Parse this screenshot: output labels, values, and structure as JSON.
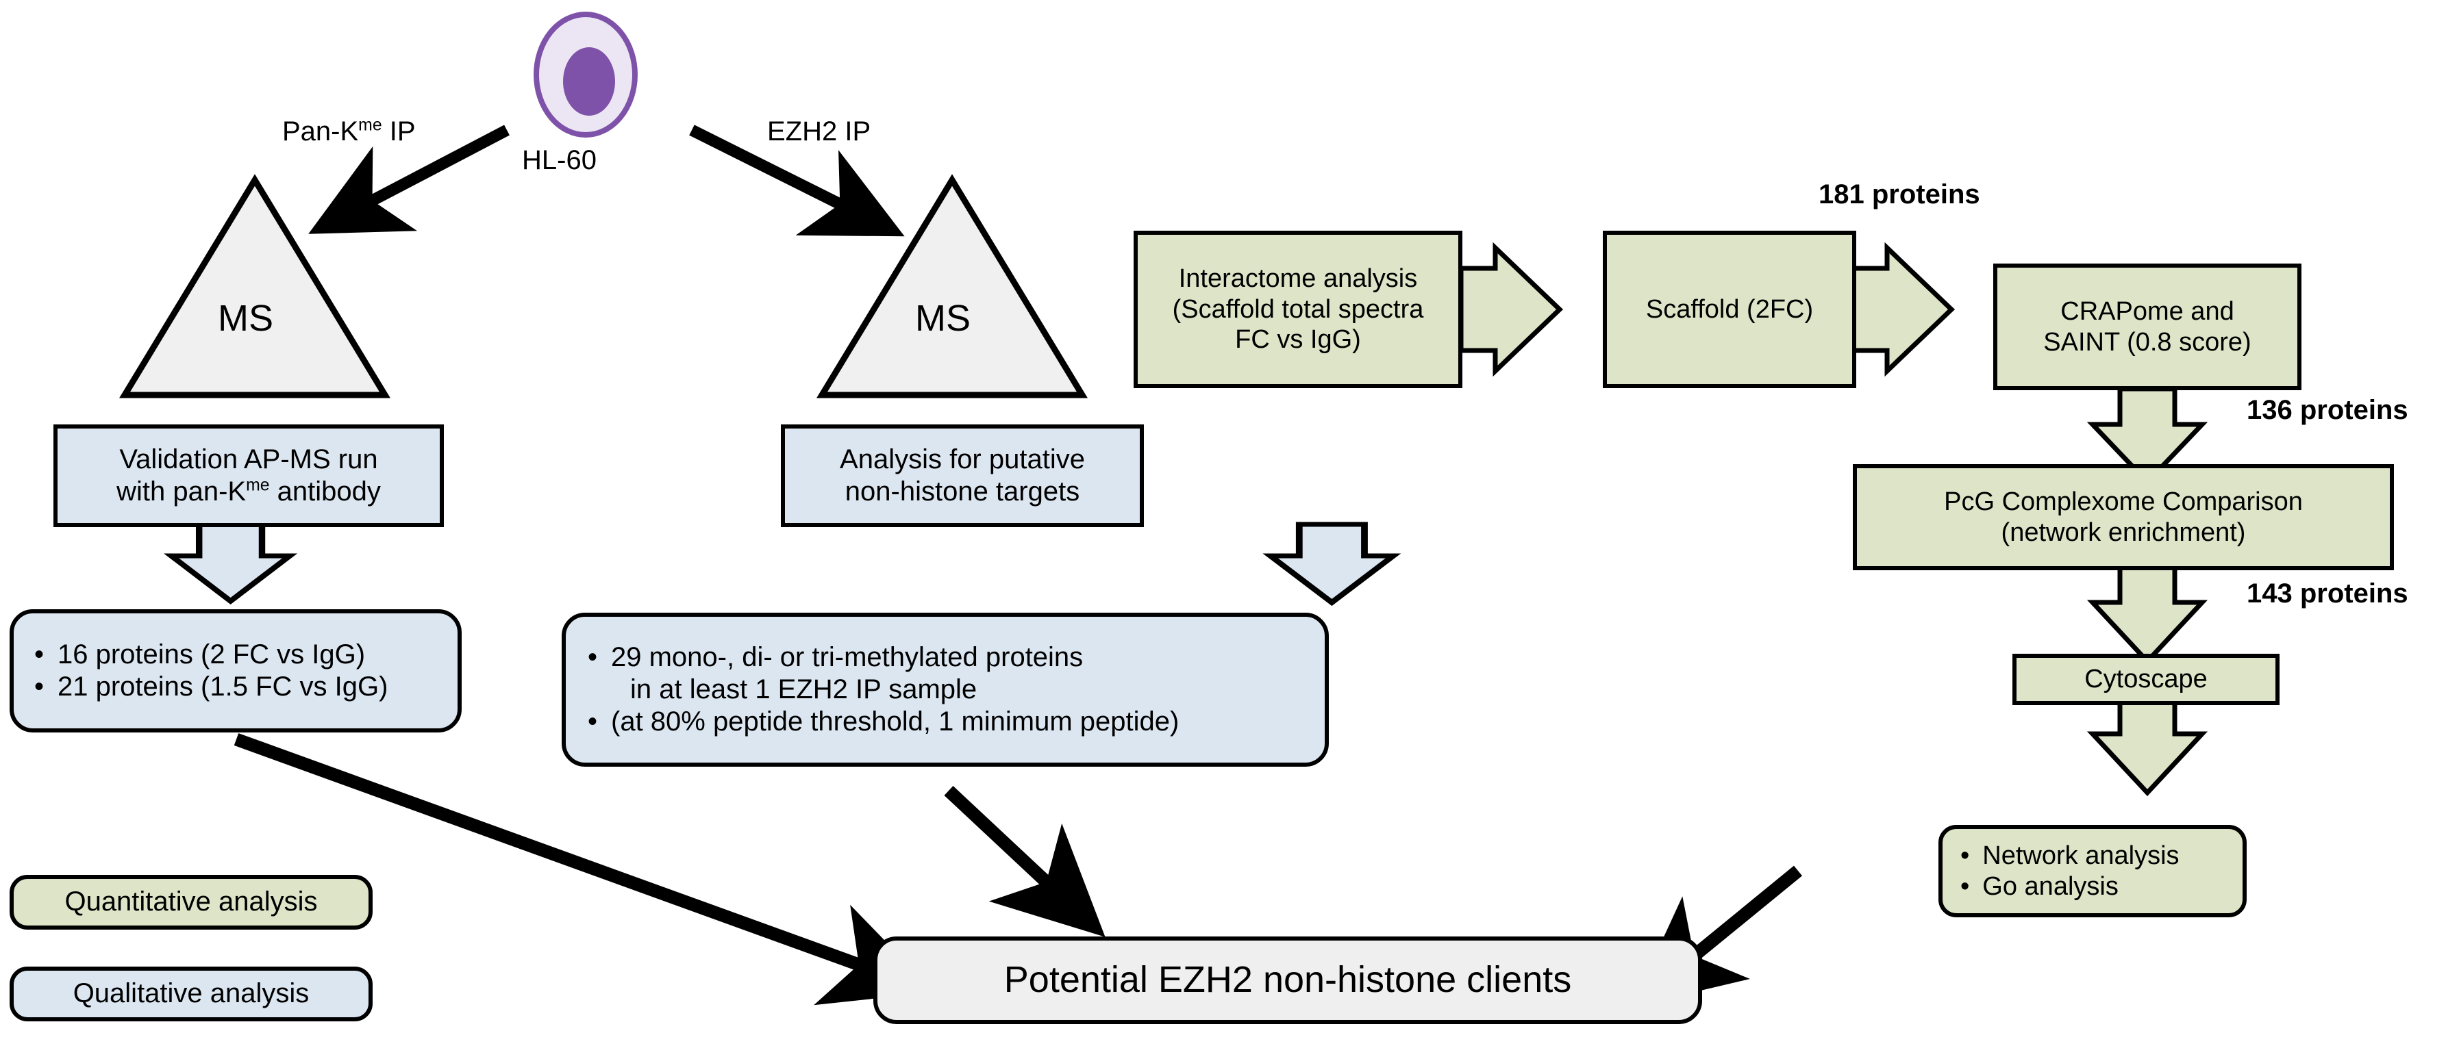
{
  "figure": {
    "title": "EZH2 non-histone client identification workflow",
    "colors": {
      "quantitative_green": "#dde4c7",
      "qualitative_blue": "#dce6f1",
      "result_grey": "#efefef",
      "cell_membrane": "#7e52a8",
      "cell_cytoplasm": "#ece6f4",
      "cell_nucleus": "#7e52a8",
      "outline": "#000000"
    }
  },
  "cell": {
    "name": "HL-60",
    "icon": "cell-icon"
  },
  "branches": {
    "left_label_prefix": "Pan-K",
    "left_label_sup": "me",
    "left_label_suffix": " IP",
    "right_label": "EZH2 IP"
  },
  "instruments": {
    "left_ms": "MS",
    "right_ms": "MS"
  },
  "qualitative_track": {
    "validation_box": {
      "line1_a": "Validation AP-MS run",
      "line2_a": "with pan-K",
      "line2_sup": "me",
      "line2_b": " antibody"
    },
    "validation_results": [
      "16 proteins (2 FC vs IgG)",
      "21 proteins (1.5 FC vs IgG)"
    ],
    "putative_box": {
      "line1": "Analysis for putative",
      "line2": "non-histone targets"
    },
    "putative_results": [
      "29 mono-, di- or tri-methylated proteins",
      "in at least 1 EZH2 IP sample",
      "(at 80% peptide threshold, 1 minimum peptide)"
    ]
  },
  "quantitative_track": {
    "interactome_box": {
      "line1": "Interactome analysis",
      "line2": "(Scaffold total spectra",
      "line3": "FC vs IgG)"
    },
    "scaffold_box": "Scaffold (2FC)",
    "crapome_box": {
      "line1": "CRAPome and",
      "line2": "SAINT (0.8 score)"
    },
    "pcg_box": {
      "line1": "PcG Complexome  Comparison",
      "line2": "(network enrichment)"
    },
    "cytoscape_box": "Cytoscape",
    "analysis_results": [
      "Network analysis",
      "Go analysis"
    ],
    "protein_counts": [
      {
        "id": "after-scaffold",
        "label": "181 proteins"
      },
      {
        "id": "after-crapome",
        "label": "136 proteins"
      },
      {
        "id": "after-pcg",
        "label": "143 proteins"
      }
    ]
  },
  "result": {
    "label": "Potential EZH2 non-histone clients"
  },
  "legend": {
    "items": [
      {
        "label": "Quantitative analysis",
        "color": "#dde4c7",
        "kind": "quantitative"
      },
      {
        "label": "Qualitative analysis",
        "color": "#dce6f1",
        "kind": "qualitative"
      }
    ]
  }
}
